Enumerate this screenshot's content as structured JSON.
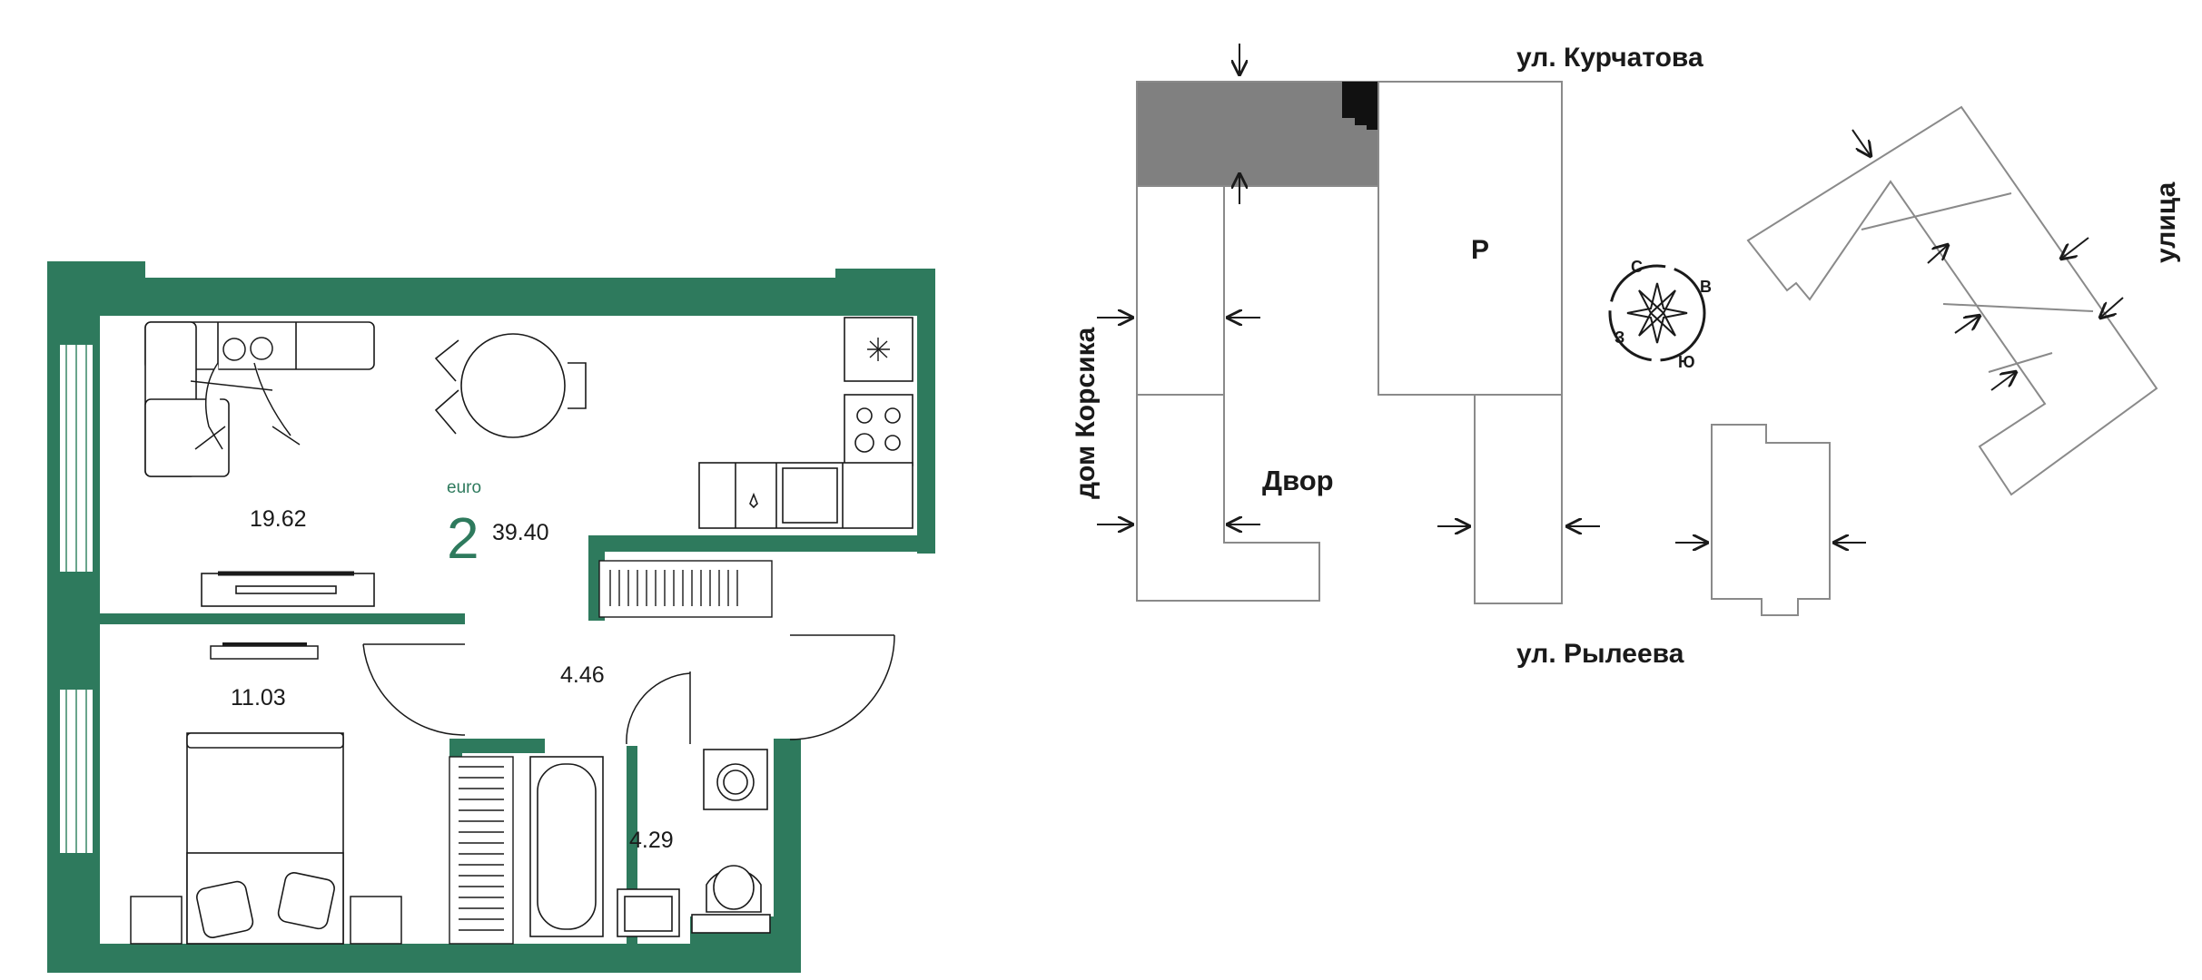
{
  "colors": {
    "wall": "#2e7a5d",
    "line": "#1a1a1a",
    "site_line": "#8a8a8a",
    "highlight": "#808080",
    "accent_text": "#2e7a5d"
  },
  "plan": {
    "euro_label": "euro",
    "room_count": "2",
    "total_area": "39.40",
    "rooms": [
      {
        "area": "19.62"
      },
      {
        "area": "11.03"
      },
      {
        "area": "4.46"
      },
      {
        "area": "4.29"
      }
    ]
  },
  "site": {
    "streets": {
      "north": "ул. Курчатова",
      "south": "ул. Рылеева",
      "west": "дом Корсика",
      "east": "улица"
    },
    "labels": {
      "parking": "P",
      "yard": "Двор"
    },
    "compass": {
      "n": "С",
      "e": "В",
      "s": "Ю",
      "w": "З"
    }
  }
}
